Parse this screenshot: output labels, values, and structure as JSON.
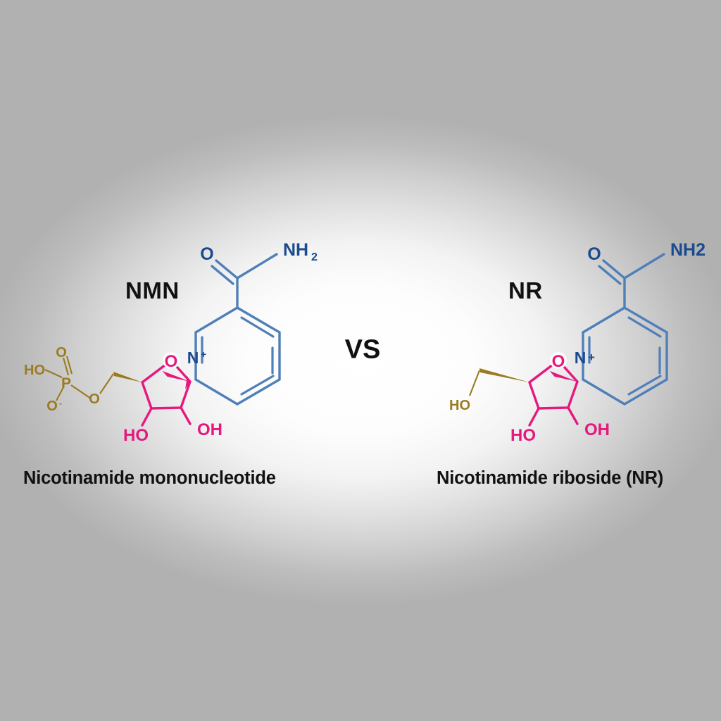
{
  "background": {
    "edge_color": "#b0b0b0",
    "center_color": "#ffffff"
  },
  "palette": {
    "blue_atom": "#1b4b8f",
    "blue_bond": "#4f7fb8",
    "magenta": "#e6187e",
    "gold": "#9a7b1f",
    "text_black": "#111111"
  },
  "comparison": {
    "vs_label": "VS"
  },
  "left_molecule": {
    "abbreviation": "NMN",
    "caption": "Nicotinamide mononucleotide",
    "atom_labels": {
      "carbonyl_oxygen": "O",
      "amide_nitrogen": "NH",
      "amide_subscript": "2",
      "ring_nitrogen": "N",
      "ring_charge": "+",
      "furanose_oxygen": "O",
      "hydroxyl_left": "HO",
      "hydroxyl_right": "OH",
      "phosphate_hydroxyl": "HO",
      "phosphate_double_oxygen": "O",
      "phosphorus": "P",
      "phosphate_anion_oxygen": "O",
      "phosphate_anion_charge": "-",
      "ester_oxygen": "O"
    }
  },
  "right_molecule": {
    "abbreviation": "NR",
    "caption": "Nicotinamide riboside (NR)",
    "atom_labels": {
      "carbonyl_oxygen": "O",
      "amide_group": "NH2",
      "ring_nitrogen": "N",
      "ring_charge": "+",
      "furanose_oxygen": "O",
      "hydroxyl_left": "HO",
      "hydroxyl_right": "OH",
      "hydroxymethyl_hydroxyl": "HO"
    }
  }
}
